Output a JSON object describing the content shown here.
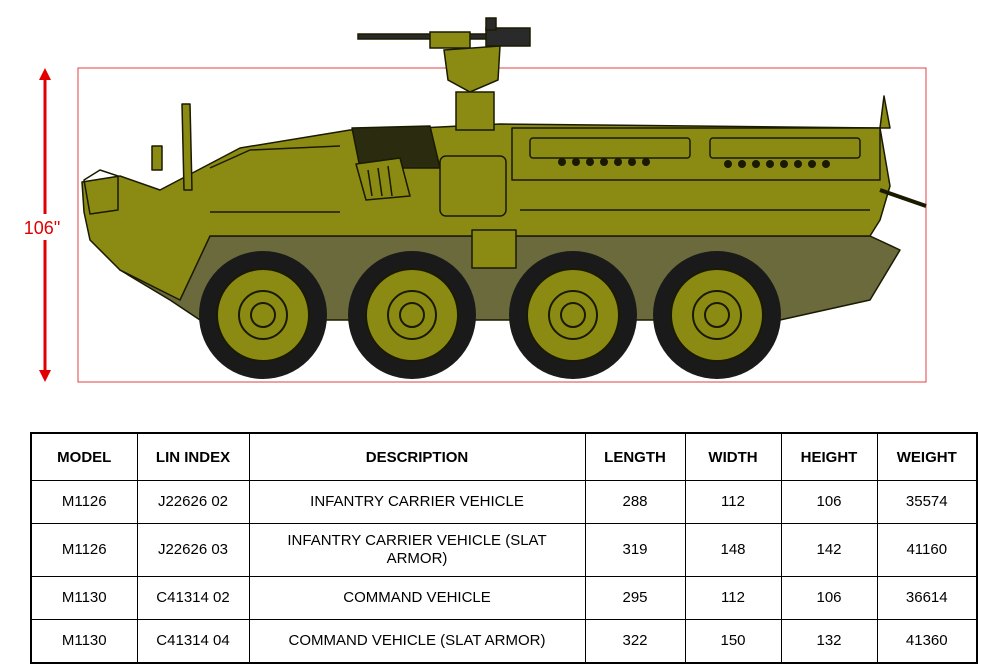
{
  "dimension": {
    "label": "106\""
  },
  "colors": {
    "body": "#8b8b14",
    "hull_shadow": "#6a6a3c",
    "outline": "#1a1a00",
    "tire": "#1a1a1a",
    "dimension_line": "#e00000",
    "bounding_box": "#e04040"
  },
  "table": {
    "headers": [
      "MODEL",
      "LIN INDEX",
      "DESCRIPTION",
      "LENGTH",
      "WIDTH",
      "HEIGHT",
      "WEIGHT"
    ],
    "rows": [
      [
        "M1126",
        "J22626 02",
        "INFANTRY CARRIER VEHICLE",
        "288",
        "112",
        "106",
        "35574"
      ],
      [
        "M1126",
        "J22626 03",
        "INFANTRY CARRIER VEHICLE (SLAT ARMOR)",
        "319",
        "148",
        "142",
        "41160"
      ],
      [
        "M1130",
        "C41314 02",
        "COMMAND VEHICLE",
        "295",
        "112",
        "106",
        "36614"
      ],
      [
        "M1130",
        "C41314 04",
        "COMMAND VEHICLE (SLAT ARMOR)",
        "322",
        "150",
        "132",
        "41360"
      ]
    ]
  }
}
